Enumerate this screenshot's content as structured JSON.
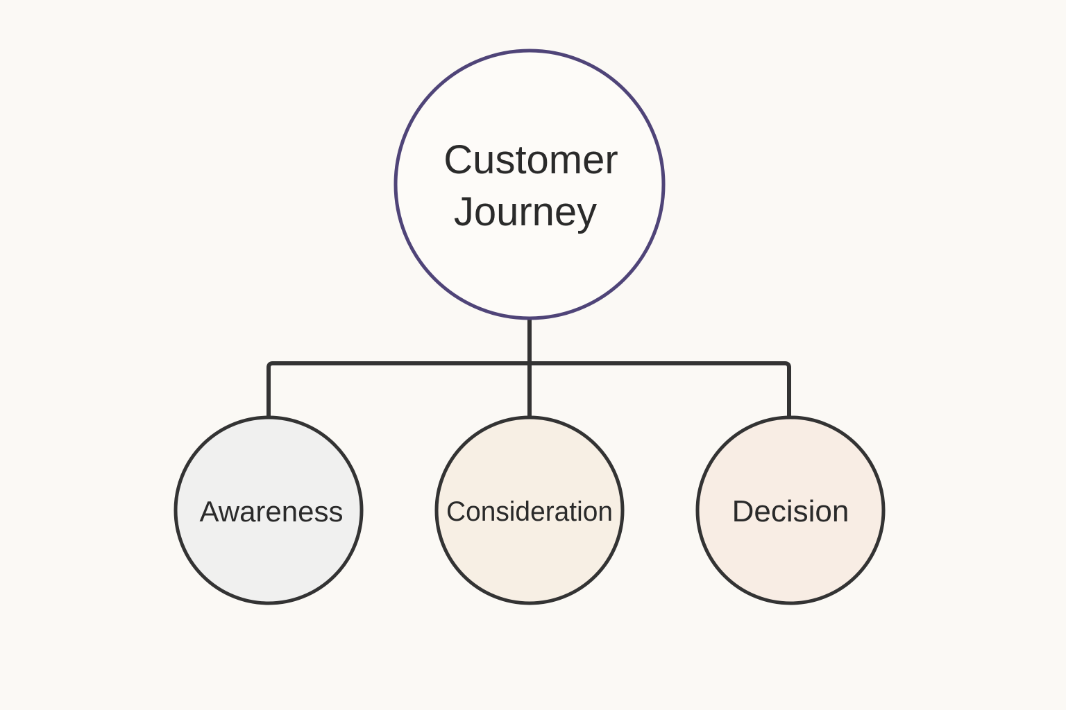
{
  "diagram": {
    "title": "Customer Journey",
    "root": {
      "id": "root",
      "lines": [
        "Customer",
        "Journey"
      ],
      "fill": "#fdfbf8",
      "stroke": "#4f4478"
    },
    "children": [
      {
        "id": "awareness",
        "label": "Awareness",
        "fill": "#f0f0ef",
        "stroke": "#333333"
      },
      {
        "id": "consideration",
        "label": "Consideration",
        "fill": "#f7efe4",
        "stroke": "#333333"
      },
      {
        "id": "decision",
        "label": "Decision",
        "fill": "#f8ede4",
        "stroke": "#333333"
      }
    ],
    "connector_color": "#333333",
    "background": "#fbf9f5"
  }
}
